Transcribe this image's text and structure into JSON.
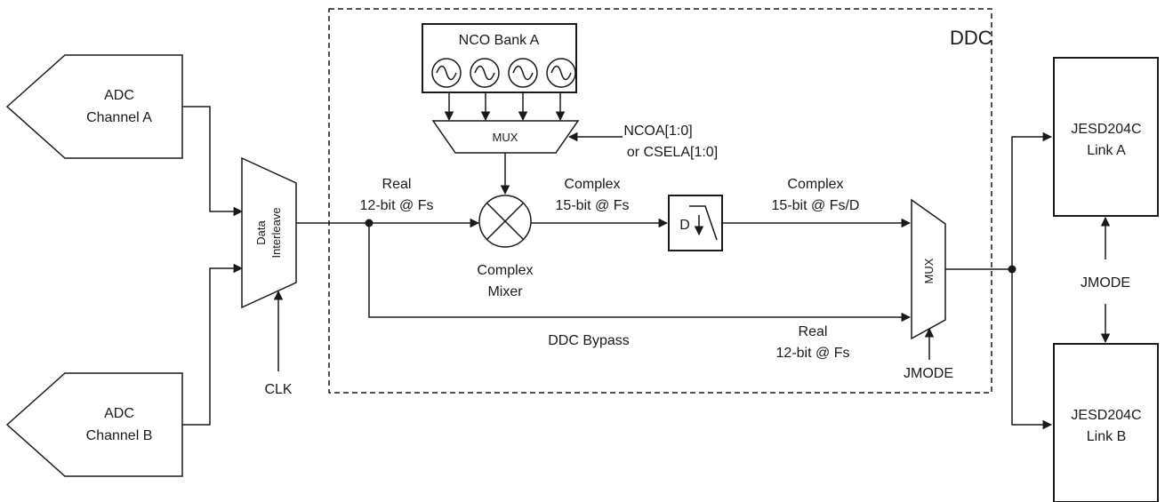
{
  "ddc_label": "DDC",
  "nco": {
    "title": "NCO Bank A"
  },
  "mux_top": "MUX",
  "nco_select": {
    "line1": "NCOA[1:0]",
    "line2": "or CSELA[1:0]"
  },
  "adc_a": {
    "line1": "ADC",
    "line2": "Channel A"
  },
  "adc_b": {
    "line1": "ADC",
    "line2": "Channel B"
  },
  "interleave": {
    "line1": "Data",
    "line2": "Interleave"
  },
  "clk": "CLK",
  "real_in": {
    "line1": "Real",
    "line2": "12-bit @ Fs"
  },
  "mixer": {
    "line1": "Complex",
    "line2": "Mixer"
  },
  "complex_mid": {
    "line1": "Complex",
    "line2": "15-bit @ Fs"
  },
  "decimator": "D",
  "complex_out": {
    "line1": "Complex",
    "line2": "15-bit @ Fs/D"
  },
  "mux_out": "MUX",
  "bypass": "DDC Bypass",
  "real_bypass": {
    "line1": "Real",
    "line2": "12-bit @ Fs"
  },
  "jmode_mux": "JMODE",
  "jmode_links": "JMODE",
  "link_a": {
    "line1": "JESD204C",
    "line2": "Link A"
  },
  "link_b": {
    "line1": "JESD204C",
    "line2": "Link B"
  }
}
